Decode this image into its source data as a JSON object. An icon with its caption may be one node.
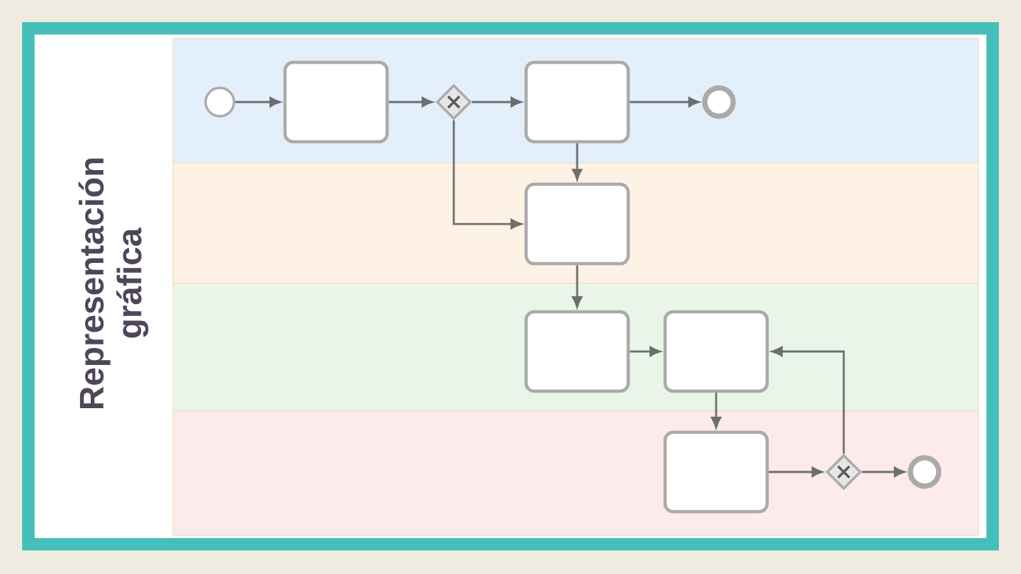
{
  "diagram": {
    "title": "Representación gráfica",
    "nodes": [
      {
        "text": [],
        "shape": "band"
      },
      {
        "text": [],
        "shape": "band"
      },
      {
        "text": [],
        "shape": "band"
      },
      {
        "text": [],
        "shape": "band"
      },
      {
        "text": [],
        "shape": "circle",
        "in": 0
      },
      {
        "text": [],
        "shape": "box",
        "in": 0
      },
      {
        "text": [],
        "shape": "diamond",
        "in": 0
      },
      {
        "text": [],
        "shape": "box",
        "in": 0
      },
      {
        "text": [],
        "shape": "circle",
        "in": 0
      },
      {
        "text": [],
        "shape": "box",
        "in": 1
      },
      {
        "text": [],
        "shape": "box",
        "in": 2
      },
      {
        "text": [],
        "shape": "box",
        "in": 2
      },
      {
        "text": [],
        "shape": "box",
        "in": 3
      },
      {
        "text": [],
        "shape": "diamond",
        "in": 3
      },
      {
        "text": [],
        "shape": "circle",
        "in": 3
      }
    ],
    "edges": [
      {
        "from": 4,
        "to": 5,
        "arrow": "to"
      },
      {
        "from": 5,
        "to": 6,
        "arrow": "to"
      },
      {
        "from": 6,
        "to": 7,
        "arrow": "to"
      },
      {
        "from": 7,
        "to": 8,
        "arrow": "to"
      },
      {
        "from": 6,
        "to": 9,
        "arrow": "to"
      },
      {
        "from": 7,
        "to": 9,
        "arrow": "to"
      },
      {
        "from": 9,
        "to": 10,
        "arrow": "to"
      },
      {
        "from": 10,
        "to": 11,
        "arrow": "to"
      },
      {
        "from": 11,
        "to": 12,
        "arrow": "to"
      },
      {
        "from": 12,
        "to": 13,
        "arrow": "to"
      },
      {
        "from": 13,
        "to": 11,
        "arrow": "to"
      },
      {
        "from": 13,
        "to": 14,
        "arrow": "to"
      }
    ]
  }
}
